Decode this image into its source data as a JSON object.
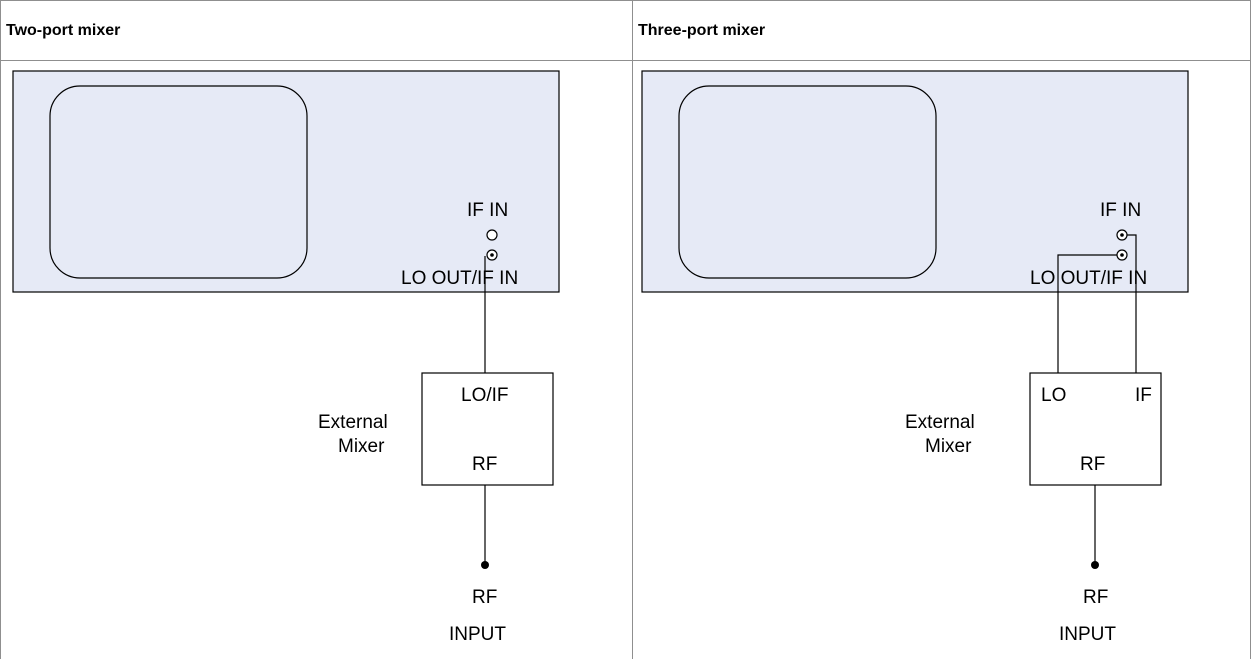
{
  "table": {
    "headers": [
      "Two-port mixer",
      "Three-port mixer"
    ]
  },
  "two_port": {
    "if_in_label": "IF IN",
    "lo_out_if_in_label": "LO OUT/IF IN",
    "mixer_port_label": "LO/IF",
    "mixer_rf_label": "RF",
    "mixer_name_line1": "External",
    "mixer_name_line2": "Mixer",
    "rf_input_line1": "RF",
    "rf_input_line2": "INPUT"
  },
  "three_port": {
    "if_in_label": "IF IN",
    "lo_out_if_in_label": "LO OUT/IF IN",
    "mixer_lo_label": "LO",
    "mixer_if_label": "IF",
    "mixer_rf_label": "RF",
    "mixer_name_line1": "External",
    "mixer_name_line2": "Mixer",
    "rf_input_line1": "RF",
    "rf_input_line2": "INPUT"
  },
  "colors": {
    "device_fill": "#e6eaf6",
    "stroke": "#000000",
    "border": "#8f8f8f"
  }
}
